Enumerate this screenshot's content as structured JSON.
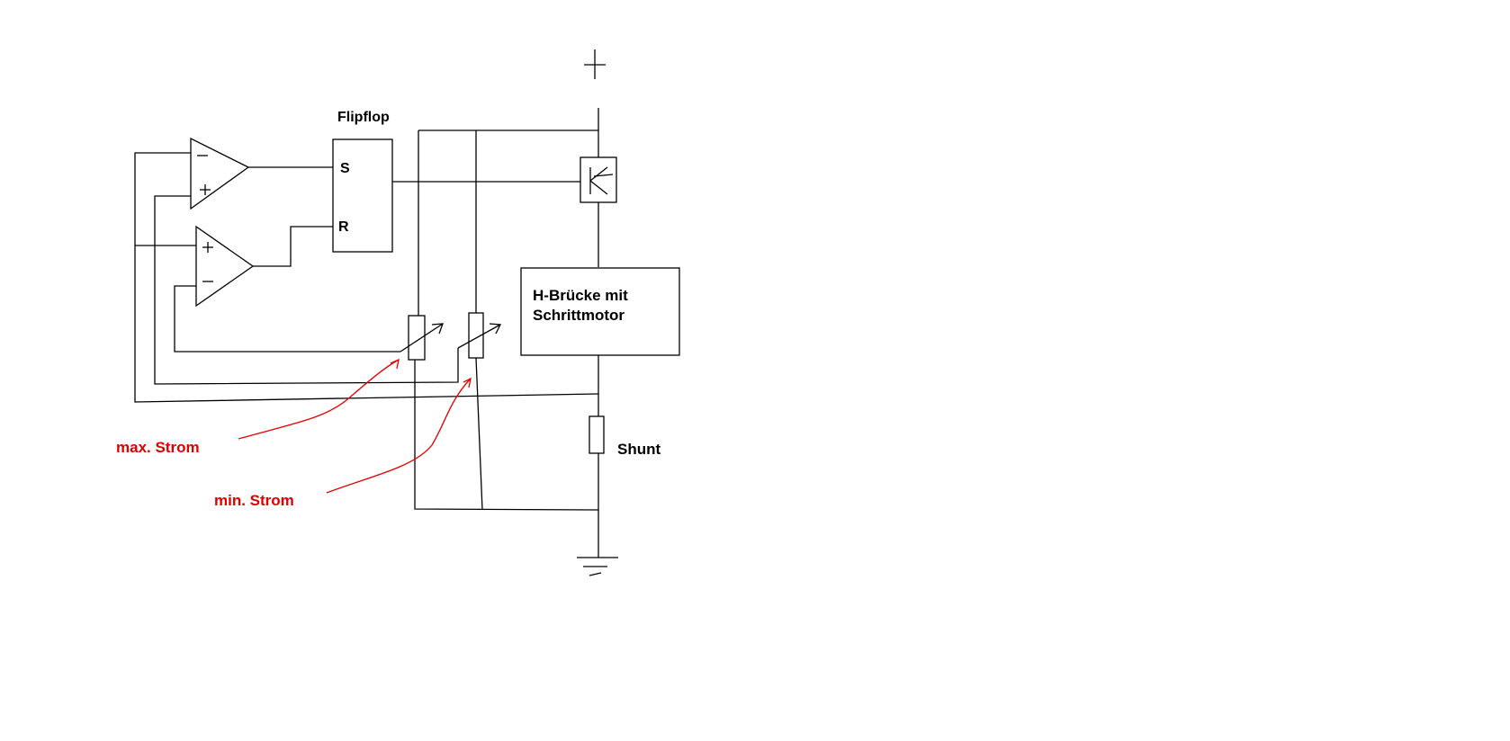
{
  "labels": {
    "flipflop": "Flipflop",
    "set_input": "S",
    "reset_input": "R",
    "bridge_line1": "H-Brücke mit",
    "bridge_line2": "Schrittmotor",
    "shunt": "Shunt",
    "max_current": "max. Strom",
    "min_current": "min. Strom"
  },
  "colors": {
    "line": "#000000",
    "annotation": "#e00000",
    "background": "#ffffff"
  },
  "icons": {
    "supply": "plus-supply-icon",
    "ground": "ground-icon",
    "transistor": "transistor-icon",
    "potentiometer": "potentiometer-icon",
    "comparator": "op-amp-icon"
  }
}
